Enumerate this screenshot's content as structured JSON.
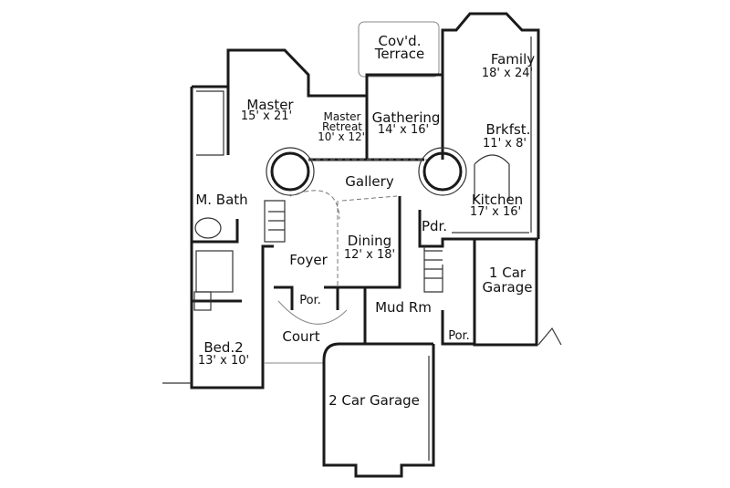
{
  "rooms": {
    "terrace": {
      "name1": "Cov'd.",
      "name2": "Terrace"
    },
    "family": {
      "name": "Family",
      "size": "18' x 24'"
    },
    "master": {
      "name": "Master",
      "size": "15' x 21'"
    },
    "master_retreat": {
      "name1": "Master",
      "name2": "Retreat",
      "size": "10' x 12'"
    },
    "gathering": {
      "name": "Gathering",
      "size": "14' x 16'"
    },
    "brkfst": {
      "name": "Brkfst.",
      "size": "11' x 8'"
    },
    "gallery": {
      "name": "Gallery"
    },
    "m_bath": {
      "name": "M. Bath"
    },
    "kitchen": {
      "name": "Kitchen",
      "size": "17' x 16'"
    },
    "pdr": {
      "name": "Pdr."
    },
    "dining": {
      "name": "Dining",
      "size": "12' x 18'"
    },
    "foyer": {
      "name": "Foyer"
    },
    "garage1": {
      "name1": "1 Car",
      "name2": "Garage"
    },
    "porch_front": {
      "name": "Por."
    },
    "mud_rm": {
      "name": "Mud Rm"
    },
    "porch_side": {
      "name": "Por."
    },
    "court": {
      "name": "Court"
    },
    "bed2": {
      "name": "Bed.2",
      "size": "13' x 10'"
    },
    "garage2": {
      "name": "2 Car Garage"
    }
  }
}
